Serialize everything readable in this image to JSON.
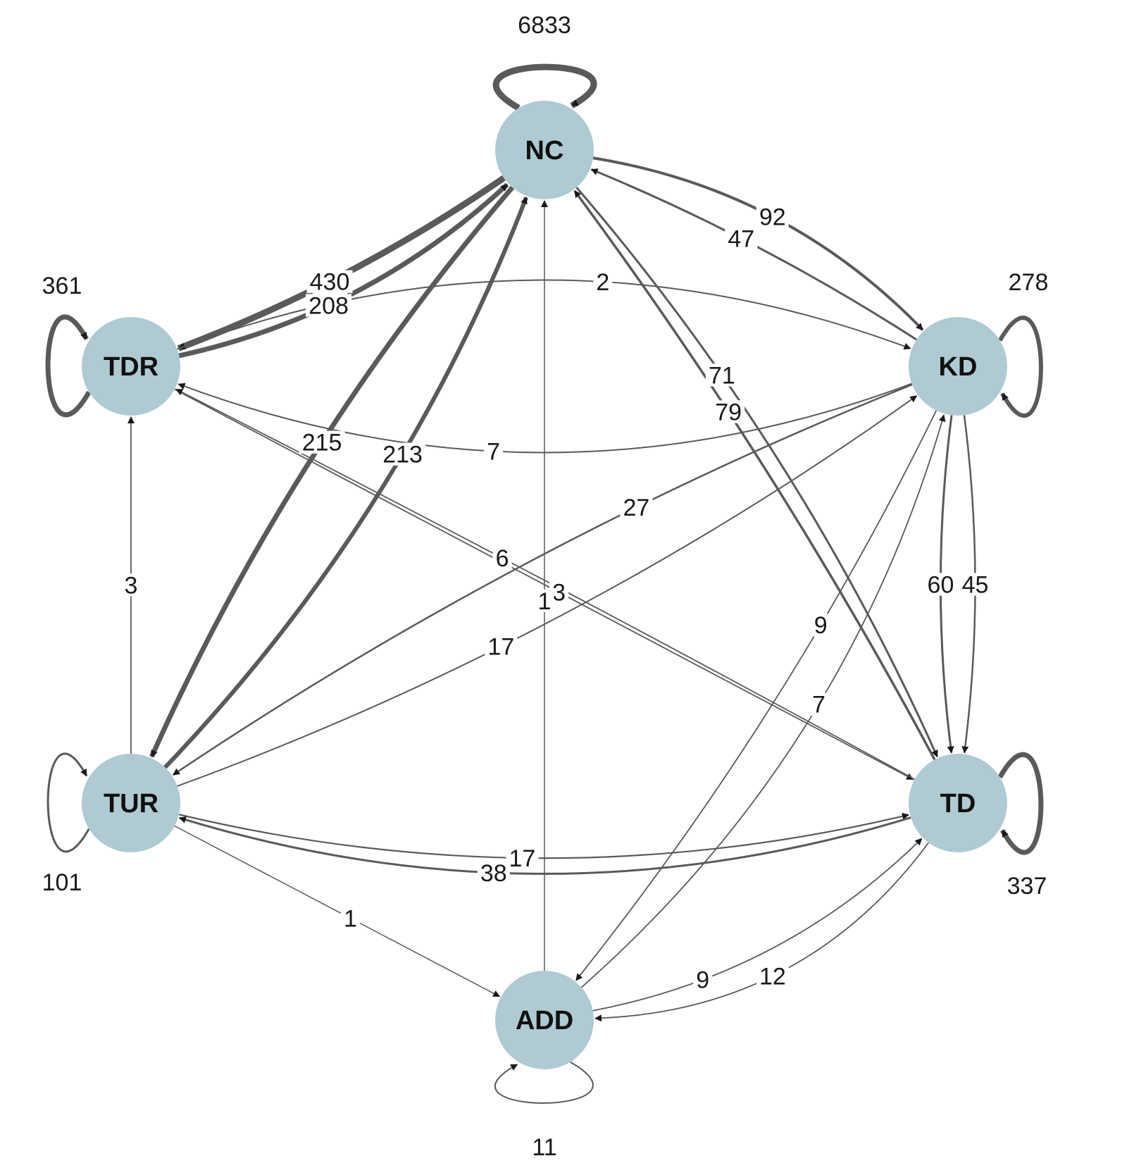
{
  "colors": {
    "node_fill": "#afcad2",
    "edge_stroke": "#5a5a5a",
    "label_default": "#1a1a1a",
    "label_highlight": "#2b3270"
  },
  "nodes": [
    {
      "id": "NC",
      "label": "NC"
    },
    {
      "id": "TDR",
      "label": "TDR"
    },
    {
      "id": "KD",
      "label": "KD"
    },
    {
      "id": "TUR",
      "label": "TUR"
    },
    {
      "id": "TD",
      "label": "TD"
    },
    {
      "id": "ADD",
      "label": "ADD"
    }
  ],
  "self_loops": [
    {
      "node": "NC",
      "count": "6833"
    },
    {
      "node": "TDR",
      "count": "361"
    },
    {
      "node": "KD",
      "count": "278",
      "highlight": true
    },
    {
      "node": "TUR",
      "count": "101"
    },
    {
      "node": "TD",
      "count": "337"
    },
    {
      "node": "ADD",
      "count": "11"
    }
  ],
  "edges": [
    {
      "from": "TDR",
      "to": "NC",
      "count": "208"
    },
    {
      "from": "NC",
      "to": "TDR",
      "count": "430"
    },
    {
      "from": "NC",
      "to": "KD",
      "count": "92"
    },
    {
      "from": "KD",
      "to": "NC",
      "count": "47"
    },
    {
      "from": "TDR",
      "to": "KD",
      "count": "2"
    },
    {
      "from": "KD",
      "to": "TDR",
      "count": "7"
    },
    {
      "from": "TUR",
      "to": "NC",
      "count": "213"
    },
    {
      "from": "NC",
      "to": "TUR",
      "count": "215"
    },
    {
      "from": "NC",
      "to": "TD",
      "count": "71"
    },
    {
      "from": "TD",
      "to": "NC",
      "count": "79"
    },
    {
      "from": "TUR",
      "to": "KD",
      "count": "17"
    },
    {
      "from": "TDR",
      "to": "TD",
      "count": "3"
    },
    {
      "from": "TUR",
      "to": "TDR",
      "count": "3"
    },
    {
      "from": "ADD",
      "to": "NC",
      "count": "1"
    },
    {
      "from": "KD",
      "to": "TD",
      "count": "60"
    },
    {
      "from": "KD",
      "to": "TD",
      "count": "45"
    },
    {
      "from": "TD",
      "to": "TDR",
      "count": "6"
    },
    {
      "from": "KD",
      "to": "TUR",
      "count": "27"
    },
    {
      "from": "ADD",
      "to": "KD",
      "count": "7",
      "highlight": true
    },
    {
      "from": "TUR",
      "to": "TD",
      "count": "17"
    },
    {
      "from": "KD",
      "to": "ADD",
      "count": "9"
    },
    {
      "from": "TD",
      "to": "TUR",
      "count": "38"
    },
    {
      "from": "ADD",
      "to": "TD",
      "count": "9"
    },
    {
      "from": "TUR",
      "to": "ADD",
      "count": "1"
    },
    {
      "from": "TD",
      "to": "ADD",
      "count": "12"
    }
  ]
}
